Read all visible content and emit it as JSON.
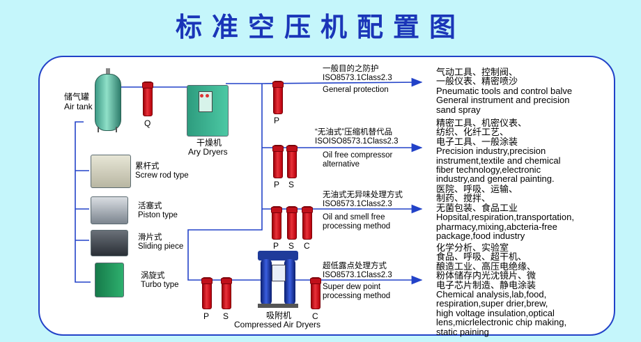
{
  "title": "标准空压机配置图",
  "air_tank": {
    "cn": "储气罐",
    "en": "Air tank"
  },
  "dryer": {
    "cn": "干燥机",
    "en": "Ary Dryers"
  },
  "adsorption": {
    "cn": "吸附机",
    "en": "Compressed Air Dryers"
  },
  "compressors": [
    {
      "cn": "累杆式",
      "en": "Screw rod type"
    },
    {
      "cn": "活塞式",
      "en": "Piston type"
    },
    {
      "cn": "滑片式",
      "en": "Sliding piece"
    },
    {
      "cn": "涡旋式",
      "en": "Turbo type"
    }
  ],
  "filter_letters": {
    "q": "Q",
    "p": "P",
    "s": "S",
    "c": "C"
  },
  "branches": [
    {
      "cn": "一般目的之防护",
      "std": "ISO8573.1Class2.3",
      "en": [
        "General protection"
      ],
      "uses": [
        "气动工具、控制阀、",
        "一般仪表、精密喷沙",
        "Pneumatic tools and control balve",
        "General instrument and precision",
        "sand spray"
      ]
    },
    {
      "cn": "“无油式”压缩机替代品",
      "std": "ISOISO8573.1Class2.3",
      "en": [
        "Oil free compressor",
        "alternative"
      ],
      "uses": [
        "精密工具、机密仪表、",
        "纺织、化纤工艺、",
        "电子工具、一般涂装",
        "Precision industry,precision",
        "instrument,textile and chemical",
        "fiber technology,electronic",
        "industry,and general painting."
      ]
    },
    {
      "cn": "无油式无异味处理方式",
      "std": "ISO8573.1Class2.3",
      "en": [
        "Oil and smell free",
        "processing method"
      ],
      "uses": [
        "医院、呼吸、运输、",
        "制药、搅拌、",
        "无菌包装、食品工业",
        "Hopsital,respiration,transportation,",
        "pharmacy,mixing,abcteria-free",
        "package,food industry"
      ]
    },
    {
      "cn": "超低露点处理方式",
      "std": "ISO8573.1Class2.3",
      "en": [
        "Super dew point",
        "processing method"
      ],
      "uses": [
        "化学分析、实验室",
        "食品、呼吸、超干机、",
        "酿造工业、高压电绝缘、",
        "粉体储存内光沈镜片、微",
        "电子芯片制造、静电涂装",
        "Chemical analysis,lab,food,",
        "respiration,super drier,brew,",
        "high voltage insulation,optical",
        "lens,micrlelectronic chip making,",
        "static paining"
      ]
    }
  ],
  "colors": {
    "title": "#1a35b8",
    "line": "#2242c8",
    "frame_bg": "#ffffff",
    "page_bg": "#c5f6fb",
    "filter": "#e8323a"
  }
}
